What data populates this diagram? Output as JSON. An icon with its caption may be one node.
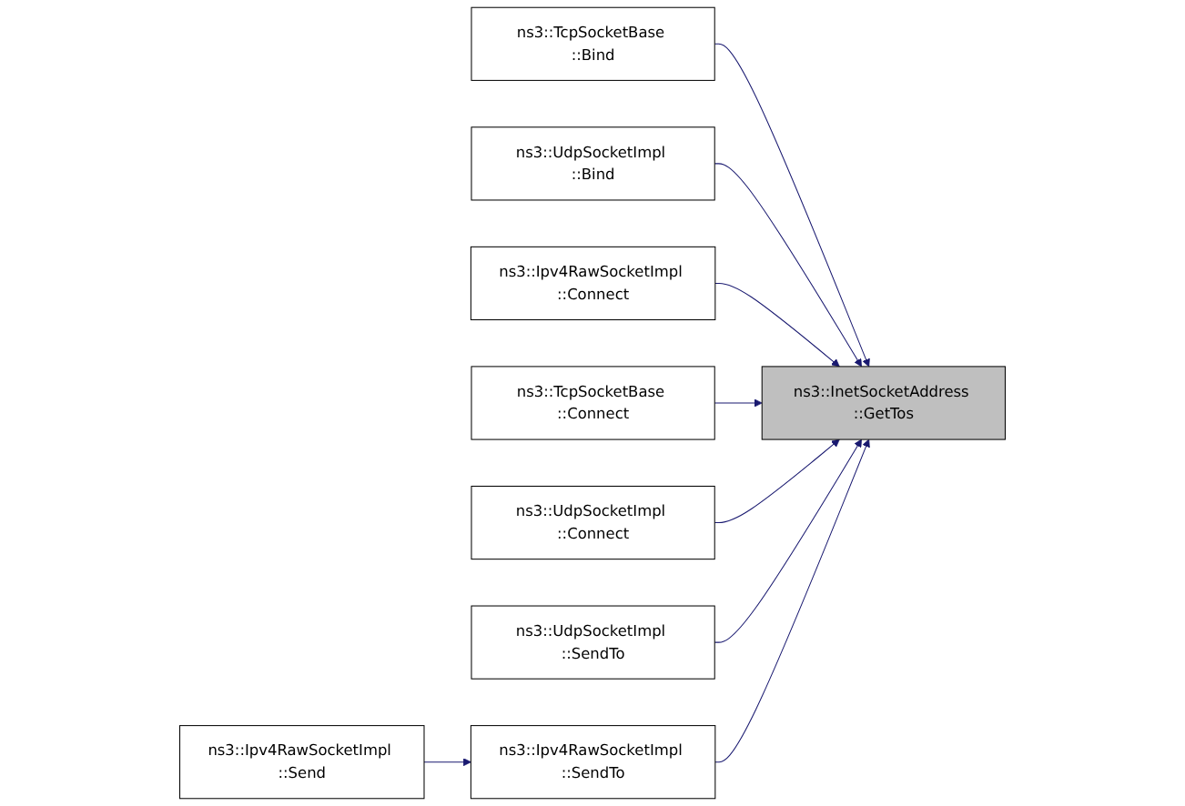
{
  "diagram": {
    "nodes": [
      {
        "text": [
          "ns3::Ipv4RawSocketImpl ::Send"
        ]
      },
      {
        "text": [
          "ns3::TcpSocketBase ::Bind"
        ]
      },
      {
        "text": [
          "ns3::UdpSocketImpl ::Bind"
        ]
      },
      {
        "text": [
          "ns3::Ipv4RawSocketImpl ::Connect"
        ]
      },
      {
        "text": [
          "ns3::TcpSocketBase ::Connect"
        ]
      },
      {
        "text": [
          "ns3::UdpSocketImpl ::Connect"
        ]
      },
      {
        "text": [
          "ns3::UdpSocketImpl ::SendTo"
        ]
      },
      {
        "text": [
          "ns3::Ipv4RawSocketImpl ::SendTo"
        ]
      },
      {
        "text": [
          "ns3::InetSocketAddress ::GetTos"
        ]
      }
    ],
    "edges": [
      {
        "from": 1,
        "to": 8,
        "arrow": "to"
      },
      {
        "from": 2,
        "to": 8,
        "arrow": "to"
      },
      {
        "from": 3,
        "to": 8,
        "arrow": "to"
      },
      {
        "from": 4,
        "to": 8,
        "arrow": "to"
      },
      {
        "from": 5,
        "to": 8,
        "arrow": "to"
      },
      {
        "from": 6,
        "to": 8,
        "arrow": "to"
      },
      {
        "from": 7,
        "to": 8,
        "arrow": "to"
      },
      {
        "from": 0,
        "to": 7,
        "arrow": "to"
      }
    ]
  }
}
